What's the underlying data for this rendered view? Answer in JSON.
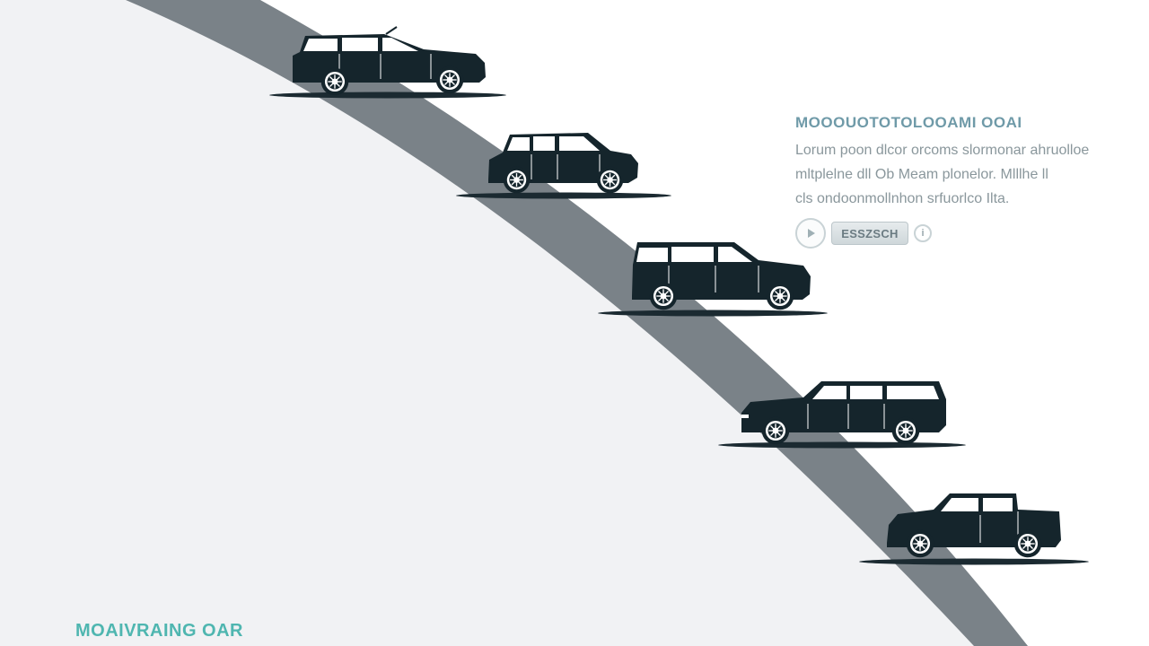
{
  "panel": {
    "title": "MOOOUOTOTOLOOAMI OOAI",
    "body_lines": [
      "Lorum poon dlcor orcoms slormonar ahruolloe",
      "mltplelne dll Ob Meam  plonelor. Mlllhe ll",
      "cls ondoonmollnhon srfuorlco Ilta."
    ],
    "pill_label": "ESSZSCH",
    "play_icon": "play-circle-icon",
    "info_icon": "info-circle-icon",
    "info_glyph": "i"
  },
  "footer": {
    "caption": "MOAIVRAING OAR"
  },
  "colors": {
    "road": "#7a8288",
    "field": "#f1f2f4",
    "vehicle": "#15252c",
    "shadow": "#1b2a31",
    "accent_teal": "#4fb6b0",
    "title_blue": "#6f9aa8"
  },
  "vehicles": [
    {
      "name": "suv-vehicle",
      "icon": "suv-icon"
    },
    {
      "name": "compact-suv-vehicle",
      "icon": "compact-suv-icon"
    },
    {
      "name": "boxy-suv-vehicle",
      "icon": "boxy-suv-icon"
    },
    {
      "name": "wagon-vehicle",
      "icon": "station-wagon-icon"
    },
    {
      "name": "pickup-truck-vehicle",
      "icon": "pickup-truck-icon"
    }
  ]
}
